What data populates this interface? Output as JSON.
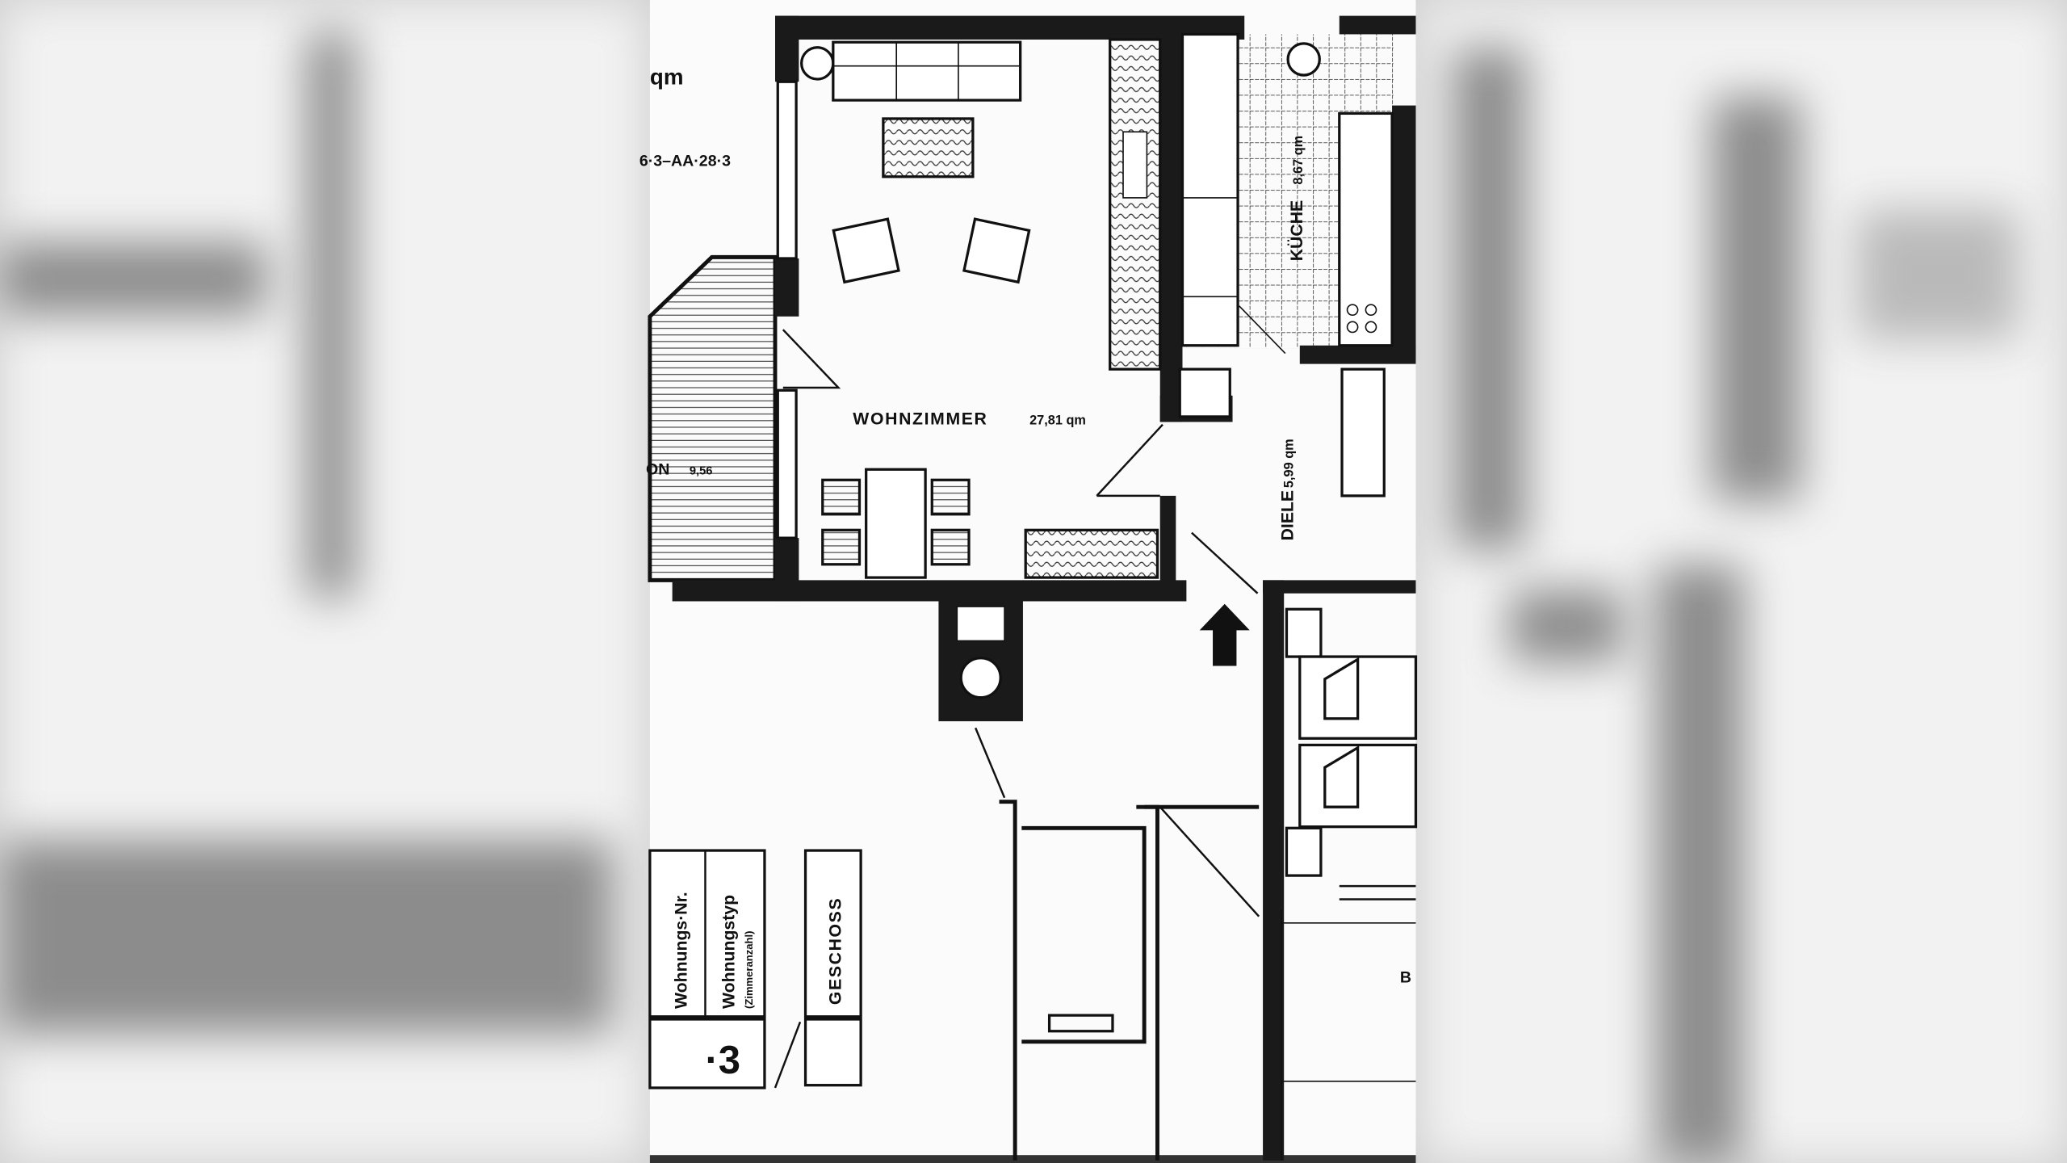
{
  "viewer": {
    "title": "Floor plan scan"
  },
  "plan": {
    "top_left_unit": "qm",
    "drawing_code": "6·3–AA·28·3",
    "rooms": [
      {
        "name": "WOHNZIMMER",
        "area": "27,81 qm"
      },
      {
        "name": "KÜCHE",
        "area": "8,67 qm"
      },
      {
        "name": "DIELE",
        "area": "5,99 qm"
      },
      {
        "name": "ON",
        "area": "9,56"
      },
      {
        "name": "B",
        "area": ""
      }
    ],
    "title_block": {
      "wohnungs_nr_label": "Wohnungs·Nr.",
      "wohnungstyp_label": "Wohnungstyp",
      "wohnungstyp_sub": "(Zimmeranzahl)",
      "wohnungstyp_value": "·3",
      "geschoss_label": "GESCHOSS"
    }
  }
}
